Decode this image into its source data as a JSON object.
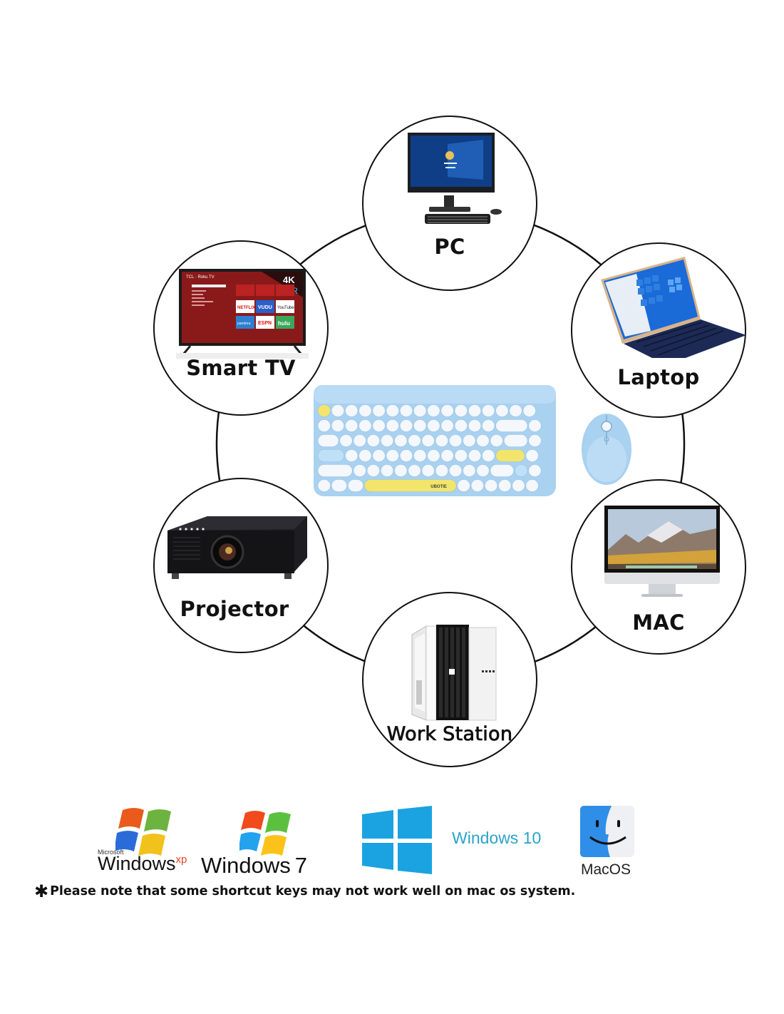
{
  "diagram": {
    "title": "Compatible devices",
    "center": {
      "keyboard_brand": "UBOTIE",
      "product": "Wireless keyboard and mouse combo",
      "colors": {
        "body": "#a9d1f0",
        "keycap": "#f4f7fb",
        "accent_key": "#f2e56b",
        "blue_key": "#a9d1f0"
      }
    },
    "devices": [
      {
        "id": "pc",
        "label": "PC"
      },
      {
        "id": "laptop",
        "label": "Laptop"
      },
      {
        "id": "mac",
        "label": "MAC"
      },
      {
        "id": "workstation",
        "label": "Work Station"
      },
      {
        "id": "projector",
        "label": "Projector"
      },
      {
        "id": "smart-tv",
        "label": "Smart TV"
      }
    ],
    "tv_screen": {
      "brand": "TCL · Roku TV",
      "badges": [
        "4K",
        "HDR"
      ],
      "tiles": [
        "NETFLIX",
        "VUDU",
        "YouTube",
        "pandora",
        "ESPN",
        "hulu"
      ]
    }
  },
  "os_support": {
    "items": [
      {
        "name": "Windows XP",
        "prefix": "Microsoft",
        "word": "Windows",
        "suffix": "xp"
      },
      {
        "name": "Windows 7",
        "word": "Windows",
        "suffix": "7"
      },
      {
        "name": "Windows 10",
        "word": "Windows 10"
      },
      {
        "name": "MacOS",
        "word": "MacOS"
      }
    ],
    "colors": {
      "win10": "#1aa3e0",
      "mac_blue": "#2f8fe8"
    }
  },
  "footnote": {
    "symbol": "✱",
    "text": "Please note  that some shortcut keys may not work well on mac os system."
  }
}
